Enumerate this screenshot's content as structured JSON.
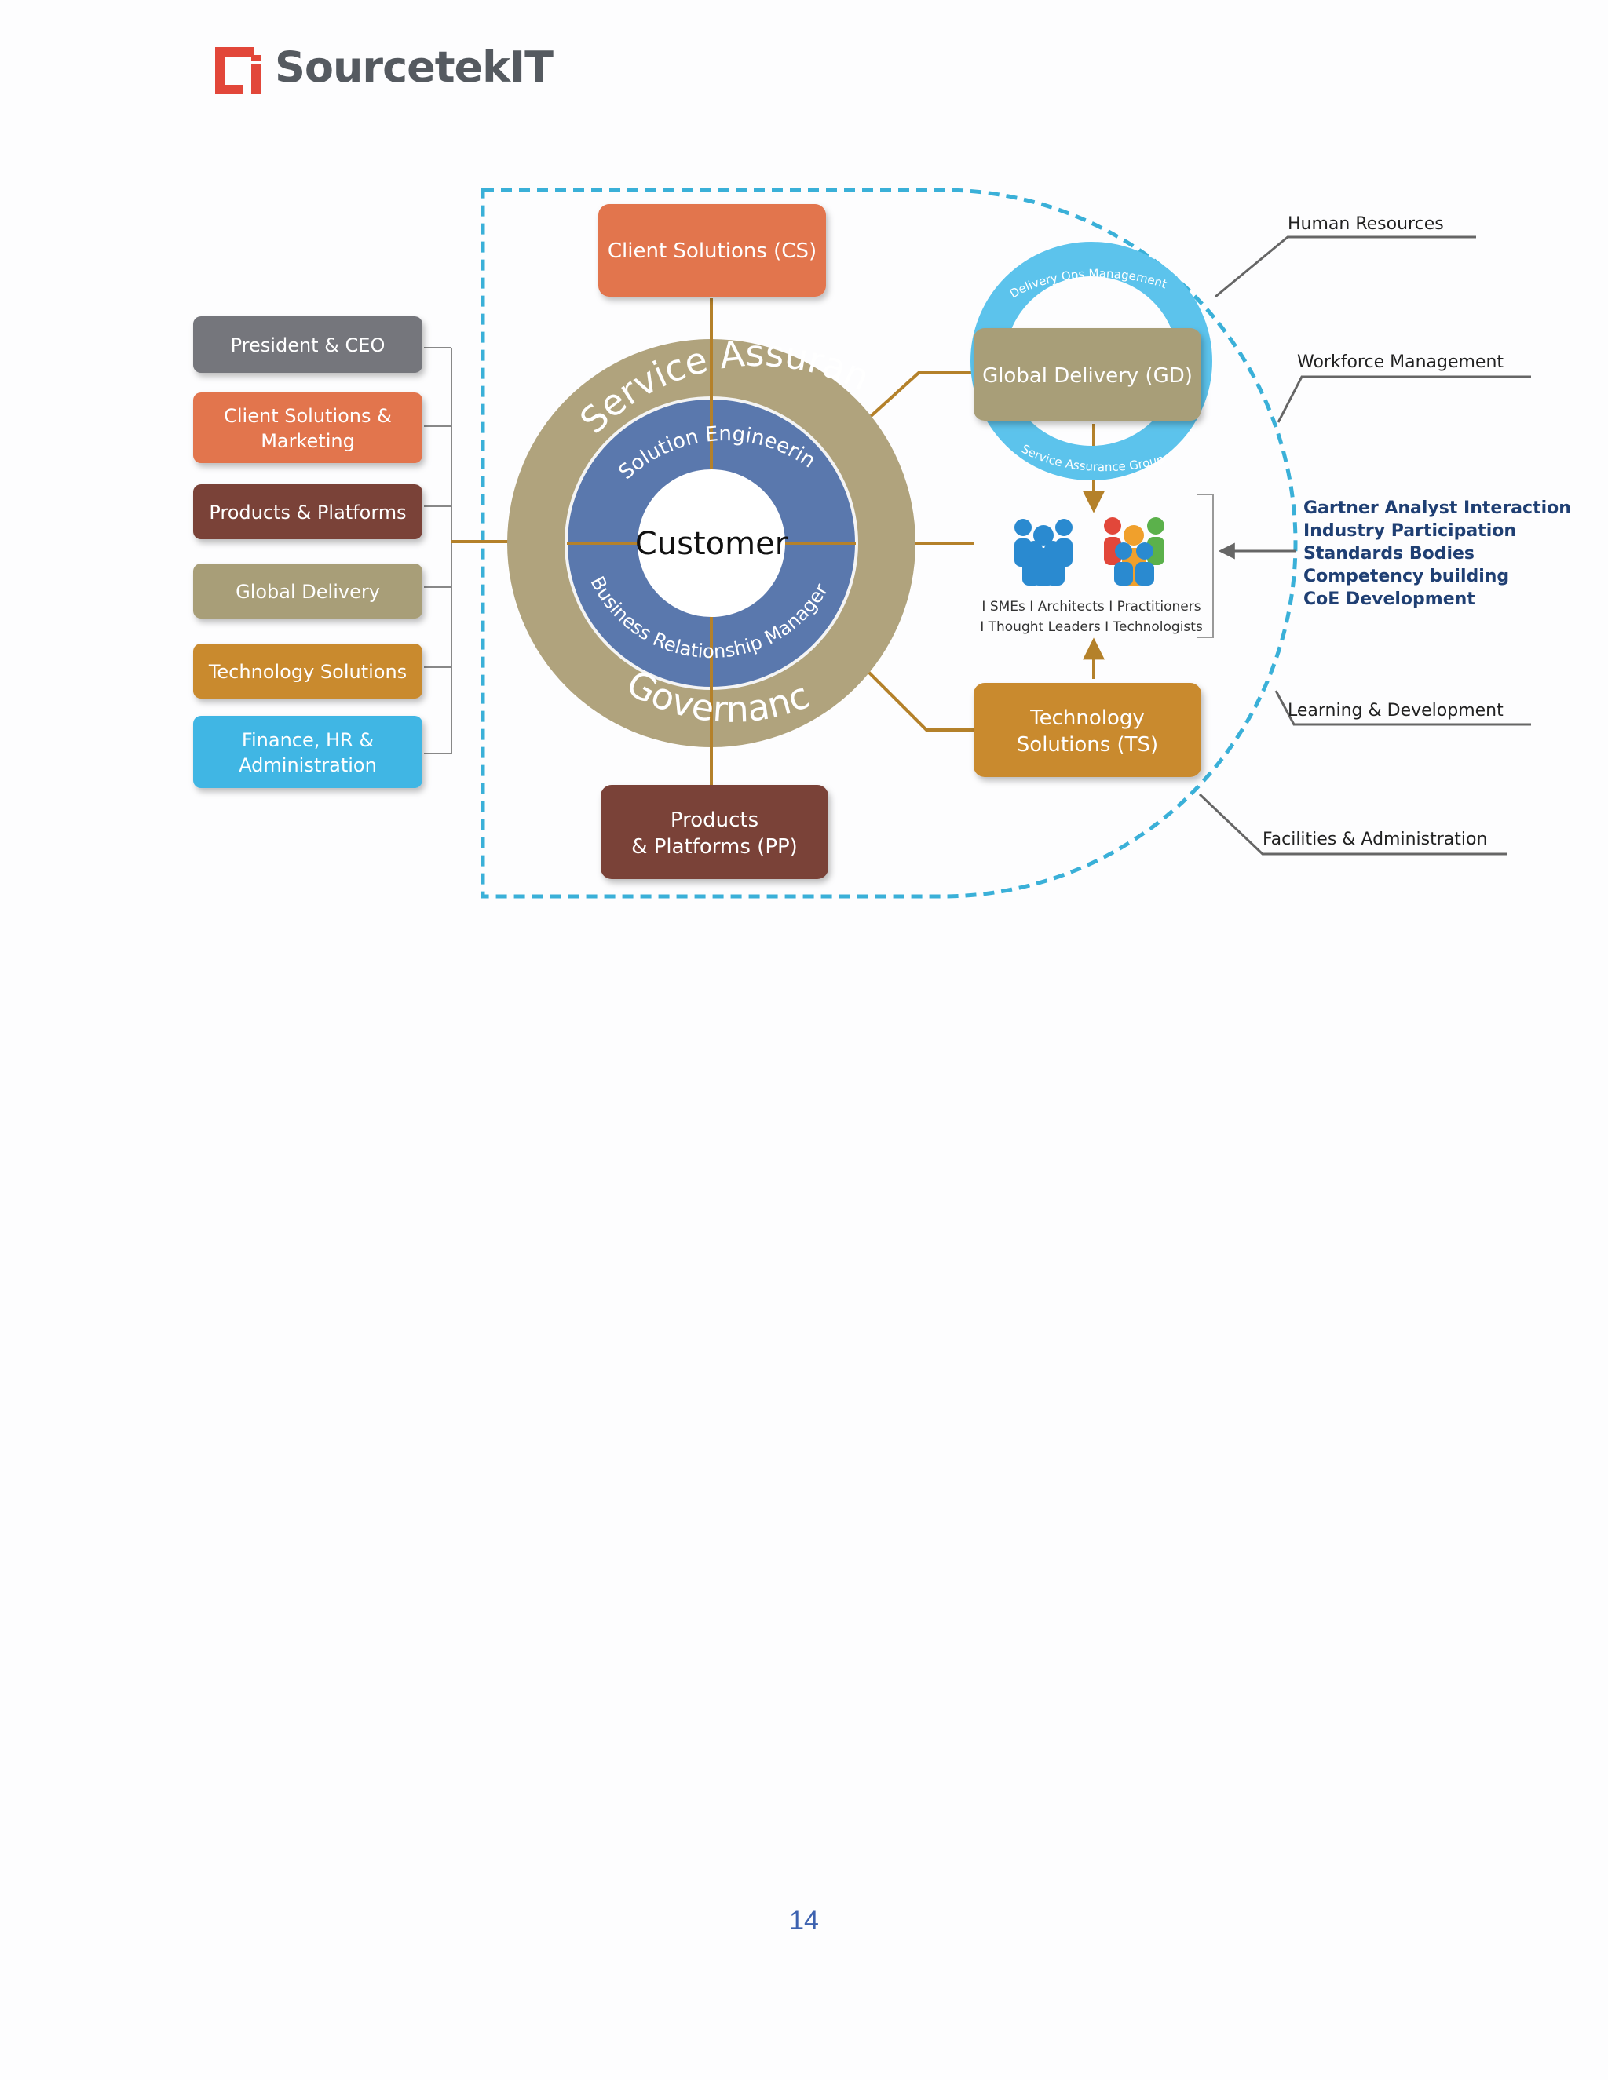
{
  "brand": {
    "name": "SourcetekIT",
    "red": "#e2473a",
    "gray": "#555a60"
  },
  "left_menu": [
    {
      "label": [
        "President & CEO"
      ],
      "color": "#75767b"
    },
    {
      "label": [
        "Client Solutions &",
        "Marketing"
      ],
      "color": "#e2754d"
    },
    {
      "label": [
        "Products & Platforms"
      ],
      "color": "#7a4237"
    },
    {
      "label": [
        "Global Delivery"
      ],
      "color": "#a89e78"
    },
    {
      "label": [
        "Technology Solutions"
      ],
      "color": "#c98a2e"
    },
    {
      "label": [
        "Finance, HR &",
        "Administration"
      ],
      "color": "#3fb6e4"
    }
  ],
  "boxes": {
    "cs": {
      "label": [
        "Client Solutions (CS)"
      ],
      "color": "#e2754d"
    },
    "gd": {
      "label": [
        "Global Delivery (GD)"
      ],
      "color": "#a89e78"
    },
    "ts": {
      "label": [
        "Technology",
        "Solutions (TS)"
      ],
      "color": "#c98a2e"
    },
    "pp": {
      "label": [
        "Products",
        "& Platforms (PP)"
      ],
      "color": "#7a4237"
    }
  },
  "rings": {
    "outer_top": "Service Assurance",
    "outer_bottom": "Governance",
    "inner_top": "Solution Engineering",
    "inner_bottom": "Business Relationship Manager",
    "center": "Customer",
    "outer_color": "#b0a37d",
    "inner_color": "#5a78ad"
  },
  "gd_loop": {
    "top": "Delivery Ops Management",
    "bottom": "Service Assurance Group",
    "color": "#5cc3ec"
  },
  "people": {
    "line1": "I SMEs I Architects I Practitioners",
    "line2": "I Thought Leaders I  Technologists"
  },
  "right_callouts": [
    "Human Resources",
    "Workforce Management",
    "Learning & Development",
    "Facilities & Administration"
  ],
  "bullets": [
    "Gartner Analyst Interaction",
    "Industry Participation",
    "Standards Bodies",
    "Competency building",
    "CoE Development"
  ],
  "colors": {
    "connector": "#b4812a",
    "boundary": "#3ab0d8",
    "bullet_text": "#1f3f73"
  },
  "page_number": "14"
}
